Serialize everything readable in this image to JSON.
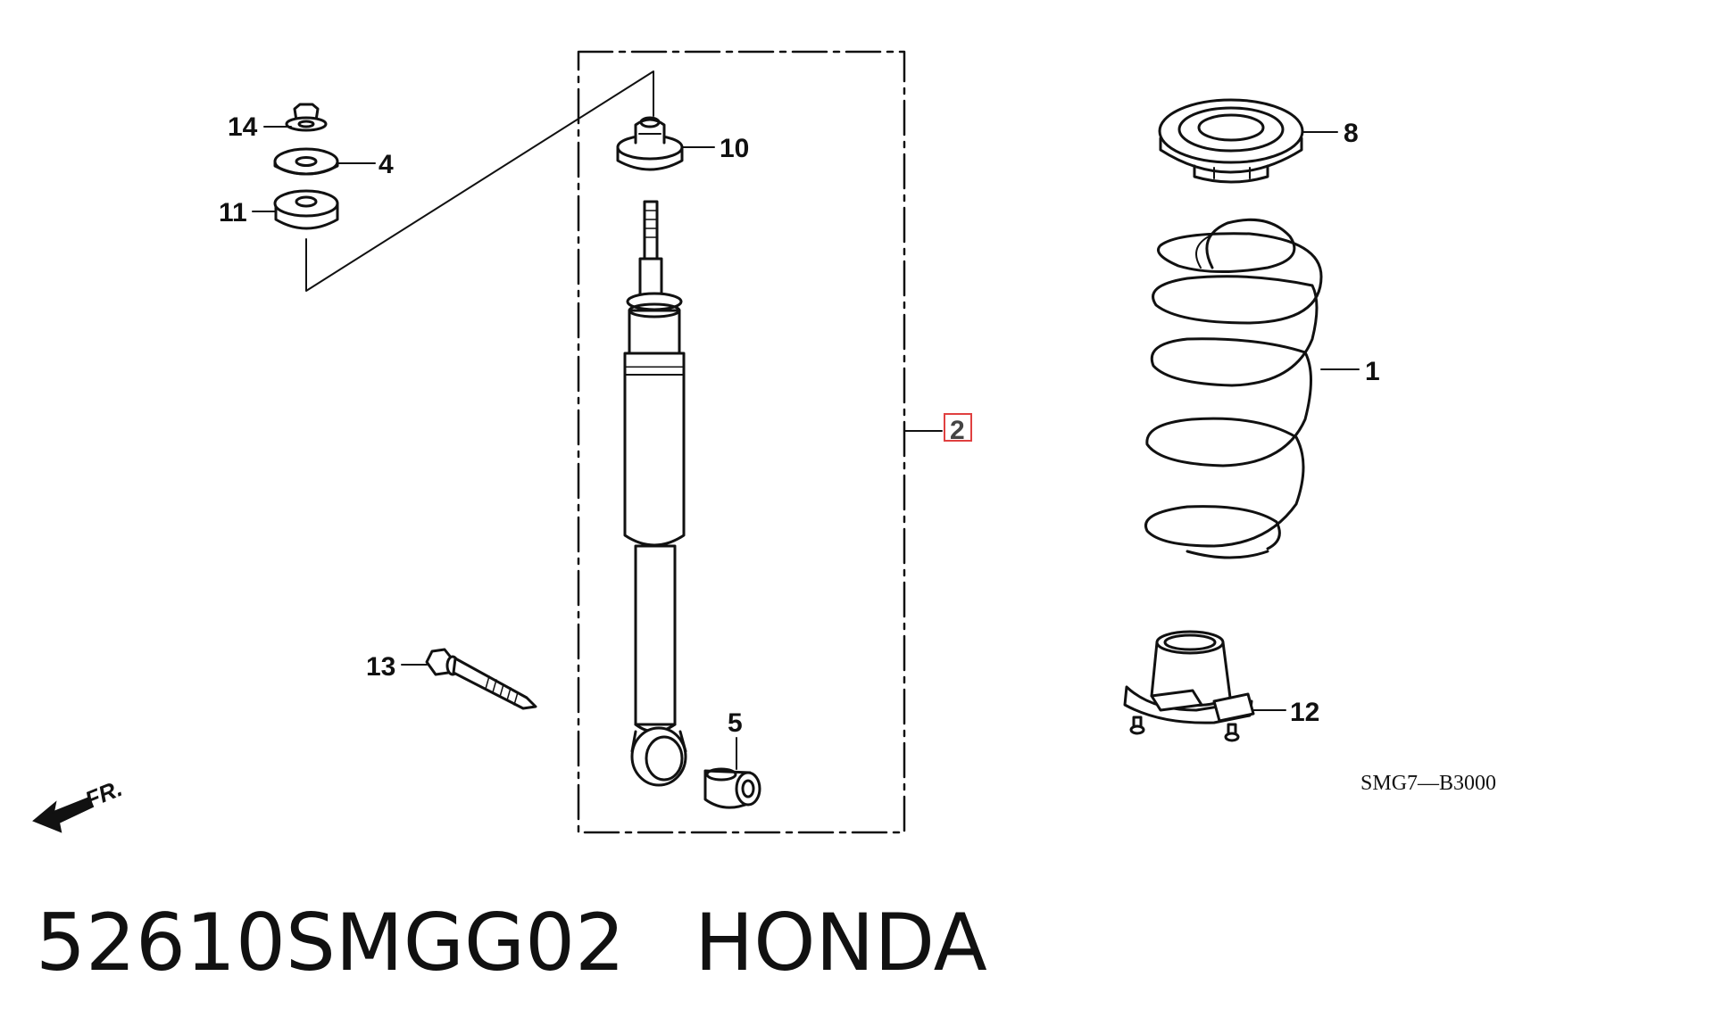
{
  "diagram": {
    "callouts": {
      "p1": "1",
      "p2": "2",
      "p4": "4",
      "p5": "5",
      "p8": "8",
      "p10": "10",
      "p11": "11",
      "p12": "12",
      "p13": "13",
      "p14": "14"
    },
    "front_indicator": "FR.",
    "drawing_code": "SMG7—B3000",
    "highlighted_part": "2",
    "highlight_color": "#e04040"
  },
  "caption": {
    "part_number": "52610SMGG02",
    "brand": "HONDA"
  }
}
